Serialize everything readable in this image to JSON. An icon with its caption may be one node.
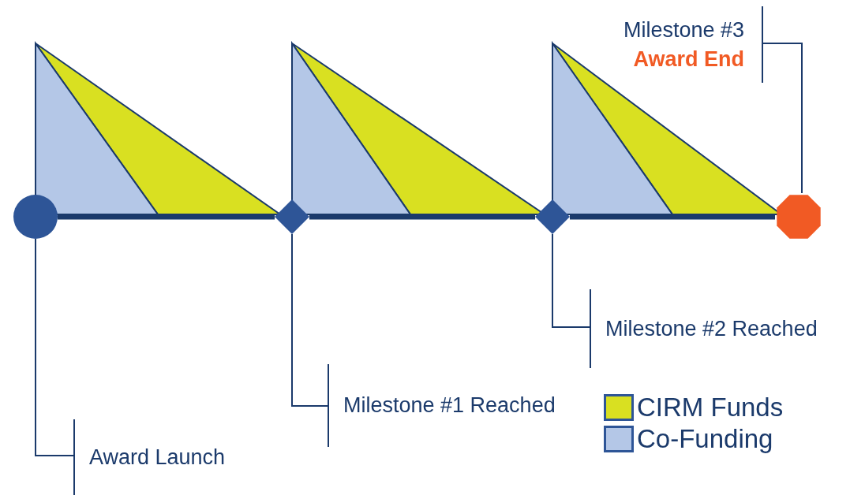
{
  "diagram": {
    "nodes": [
      {
        "text": [],
        "shape": "circle"
      },
      {
        "text": [],
        "shape": "diamond"
      },
      {
        "text": [],
        "shape": "diamond"
      },
      {
        "text": [],
        "shape": "octagon"
      },
      {
        "text": [
          "Award Launch"
        ]
      },
      {
        "text": [
          "Milestone #1 Reached"
        ]
      },
      {
        "text": [
          "Milestone #2 Reached"
        ]
      },
      {
        "text": [
          "Milestone #3",
          "Award End"
        ]
      }
    ],
    "edges": [
      {
        "from": 0,
        "to": 1,
        "arrow": "none",
        "style": "thick"
      },
      {
        "from": 1,
        "to": 2,
        "arrow": "none",
        "style": "thick"
      },
      {
        "from": 2,
        "to": 3,
        "arrow": "none",
        "style": "thick"
      },
      {
        "from": 4,
        "to": 0,
        "arrow": "none"
      },
      {
        "from": 5,
        "to": 1,
        "arrow": "none"
      },
      {
        "from": 6,
        "to": 2,
        "arrow": "none"
      },
      {
        "from": 7,
        "to": 3,
        "arrow": "none"
      }
    ],
    "legend": [
      {
        "text": "CIRM Funds",
        "color": "#d9e021"
      },
      {
        "text": "Co-Funding",
        "color": "#b4c7e7"
      }
    ]
  }
}
